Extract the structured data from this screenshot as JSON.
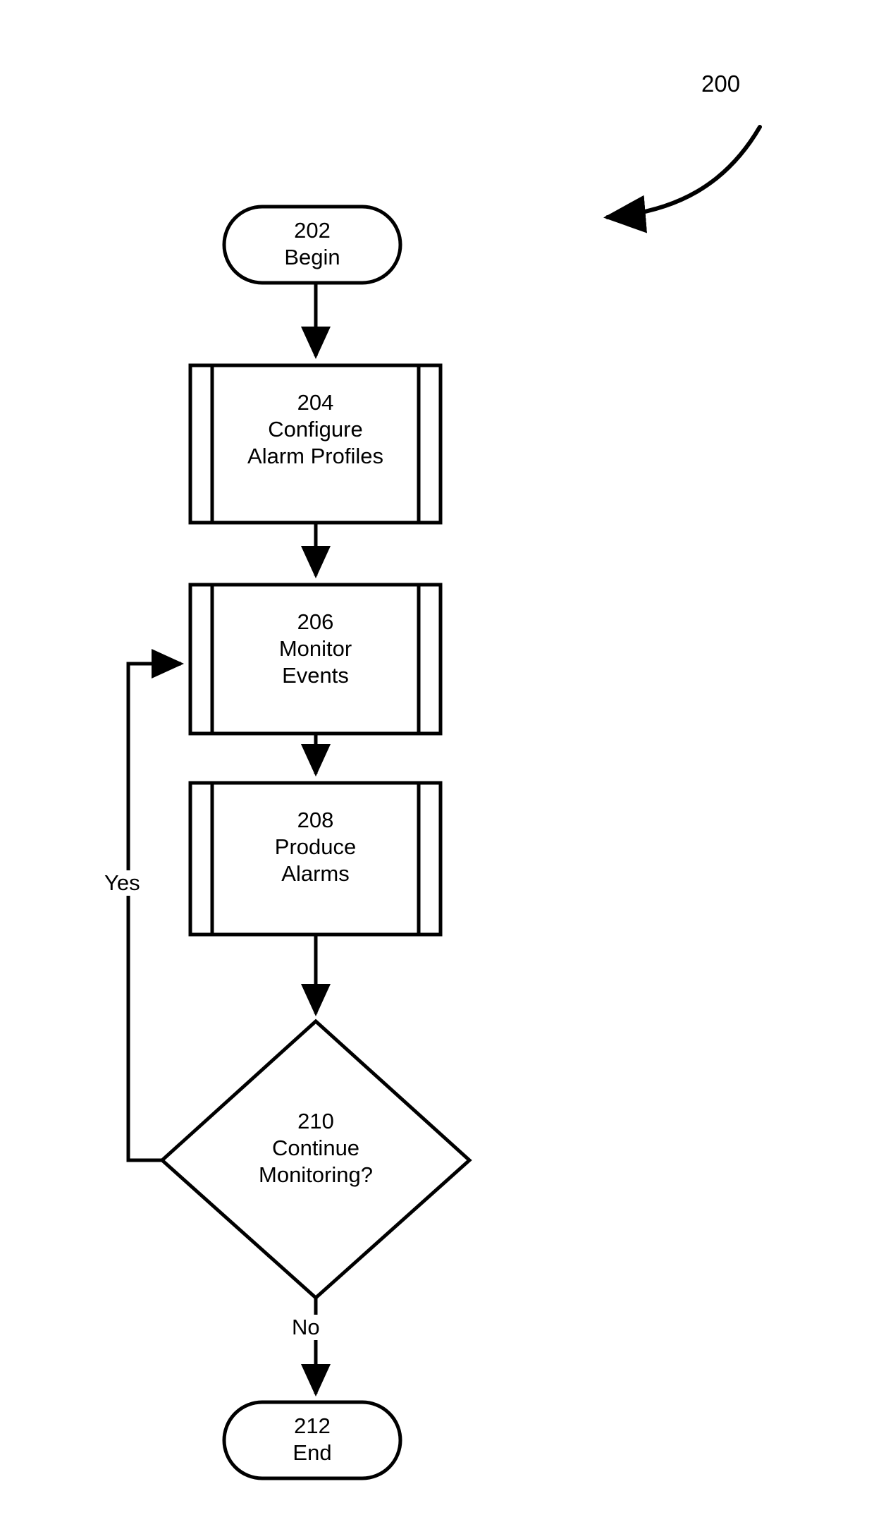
{
  "figure": {
    "reference_number": "200",
    "background_color": "#ffffff",
    "stroke_color": "#000000"
  },
  "nodes": [
    {
      "id": "202",
      "shape": "stadium",
      "number": "202",
      "label": "Begin",
      "text": "202\nBegin"
    },
    {
      "id": "204",
      "shape": "predefined-process",
      "number": "204",
      "label": "Configure Alarm Profiles",
      "text": "204\nConfigure\nAlarm Profiles"
    },
    {
      "id": "206",
      "shape": "predefined-process",
      "number": "206",
      "label": "Monitor Events",
      "text": "206\nMonitor\nEvents"
    },
    {
      "id": "208",
      "shape": "predefined-process",
      "number": "208",
      "label": "Produce Alarms",
      "text": "208\nProduce\nAlarms"
    },
    {
      "id": "210",
      "shape": "diamond",
      "number": "210",
      "label": "Continue Monitoring?",
      "text": "210\nContinue\nMonitoring?"
    },
    {
      "id": "212",
      "shape": "stadium",
      "number": "212",
      "label": "End",
      "text": "212\nEnd"
    }
  ],
  "edges": [
    {
      "id": "e-202-204",
      "from": "202",
      "to": "204",
      "label": ""
    },
    {
      "id": "e-204-206",
      "from": "204",
      "to": "206",
      "label": ""
    },
    {
      "id": "e-206-208",
      "from": "206",
      "to": "208",
      "label": ""
    },
    {
      "id": "e-208-210",
      "from": "208",
      "to": "210",
      "label": ""
    },
    {
      "id": "e-210-206",
      "from": "210",
      "to": "206",
      "label": "Yes"
    },
    {
      "id": "e-210-212",
      "from": "210",
      "to": "212",
      "label": "No"
    }
  ],
  "edge_labels": {
    "yes": "Yes",
    "no": "No"
  },
  "callout": {
    "reference": "200"
  }
}
